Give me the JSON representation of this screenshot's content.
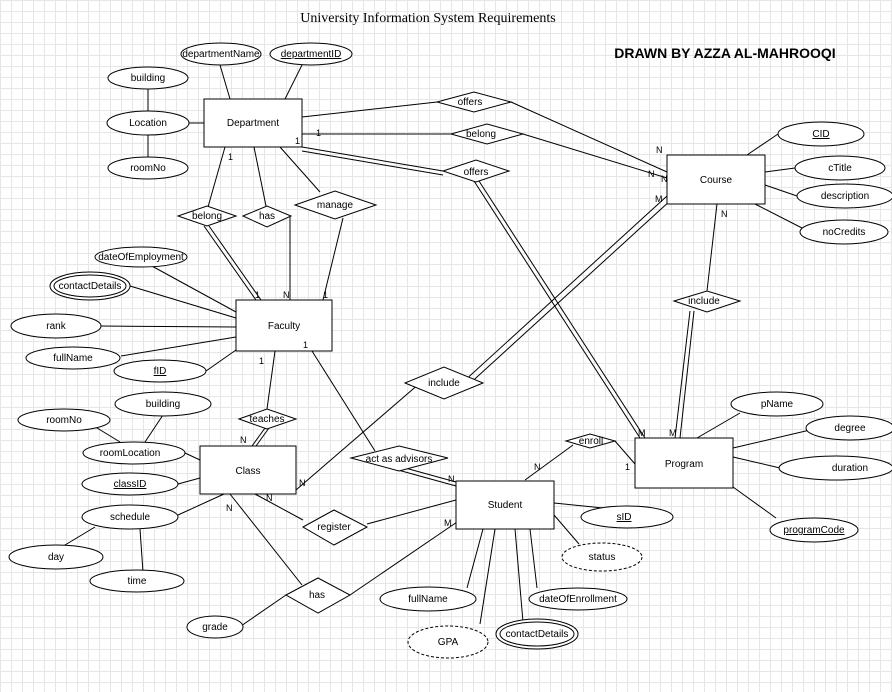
{
  "title": "University Information System Requirements",
  "author": "DRAWN BY AZZA AL-MAHROOQI",
  "entities": {
    "department": "Department",
    "course": "Course",
    "faculty": "Faculty",
    "class": "Class",
    "student": "Student",
    "program": "Program"
  },
  "relationships": {
    "offers_dept_course": "offers",
    "belong_dept_course": "belong",
    "offers_dept_program": "offers",
    "belong_faculty": "belong",
    "has_faculty": "has",
    "manage": "manage",
    "include_course_program": "include",
    "include_class_course": "include",
    "teaches": "teaches",
    "act_as_advisors": "act as advisors",
    "enroll": "enroll",
    "register": "register",
    "has_grade": "has"
  },
  "attributes": {
    "departmentName": "departmentName",
    "departmentID": "departmentID",
    "building_dept": "building",
    "location": "Location",
    "roomNo_dept": "roomNo",
    "CID": "CID",
    "cTitle": "cTitle",
    "description": "description",
    "noCredits": "noCredits",
    "dateOfEmployment": "dateOfEmployment",
    "contactDetails_fac": "contactDetails",
    "rank": "rank",
    "fullName_fac": "fullName",
    "fID": "fID",
    "building_class": "building",
    "roomNo_class": "roomNo",
    "roomLocation": "roomLocation",
    "classID": "classID",
    "schedule": "schedule",
    "day": "day",
    "time": "time",
    "grade": "grade",
    "pName": "pName",
    "degree": "degree",
    "duration": "duration",
    "programCode": "programCode",
    "sID": "sID",
    "status": "status",
    "fullName_stu": "fullName",
    "dateOfEnrollment": "dateOfEnrollment",
    "GPA": "GPA",
    "contactDetails_stu": "contactDetails"
  },
  "cardinalities": {
    "one": "1",
    "n": "N",
    "m": "M"
  }
}
